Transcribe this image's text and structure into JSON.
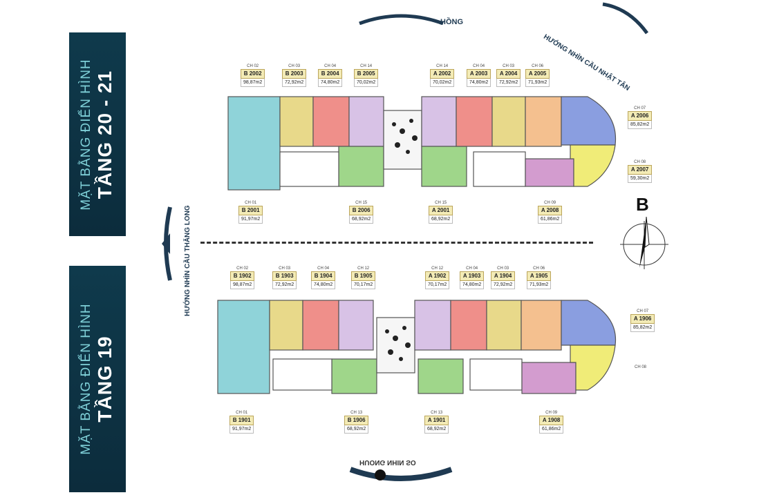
{
  "sidebars": [
    {
      "line1": "MẶT BẰNG ĐIỂN HÌNH",
      "line2": "TẦNG 20 - 21"
    },
    {
      "line1": "MẶT BẰNG ĐIỂN HÌNH",
      "line2": "TẦNG 19"
    }
  ],
  "directions": {
    "top": "HỒNG",
    "top_right": "HƯỚNG NHÌN CẦU NHẬT TÂN",
    "left": "HƯỚNG NHÌN CẦU THĂNG LONG",
    "bottom": "HUONG NHIN SO"
  },
  "compass": {
    "label": "B"
  },
  "plans": [
    {
      "units": [
        {
          "ch": "CH 02",
          "code": "B 2002",
          "area": "98,87m2"
        },
        {
          "ch": "CH 03",
          "code": "B 2003",
          "area": "72,92m2"
        },
        {
          "ch": "CH 04",
          "code": "B 2004",
          "area": "74,80m2"
        },
        {
          "ch": "CH 14",
          "code": "B 2005",
          "area": "70,02m2"
        },
        {
          "ch": "CH 14",
          "code": "A 2002",
          "area": "70,02m2"
        },
        {
          "ch": "CH 04",
          "code": "A 2003",
          "area": "74,80m2"
        },
        {
          "ch": "CH 03",
          "code": "A 2004",
          "area": "72,92m2"
        },
        {
          "ch": "CH 06",
          "code": "A 2005",
          "area": "71,93m2"
        },
        {
          "ch": "CH 07",
          "code": "A 2006",
          "area": "85,82m2"
        },
        {
          "ch": "CH 08",
          "code": "A 2007",
          "area": "59,30m2"
        },
        {
          "ch": "CH 01",
          "code": "B 2001",
          "area": "91,97m2"
        },
        {
          "ch": "CH 15",
          "code": "B 2006",
          "area": "68,92m2"
        },
        {
          "ch": "CH 15",
          "code": "A 2001",
          "area": "68,92m2"
        },
        {
          "ch": "CH 09",
          "code": "A 2008",
          "area": "61,86m2"
        }
      ]
    },
    {
      "units": [
        {
          "ch": "CH 02",
          "code": "B 1902",
          "area": "98,87m2"
        },
        {
          "ch": "CH 03",
          "code": "B 1903",
          "area": "72,92m2"
        },
        {
          "ch": "CH 04",
          "code": "B 1904",
          "area": "74,80m2"
        },
        {
          "ch": "CH 12",
          "code": "B 1905",
          "area": "70,17m2"
        },
        {
          "ch": "CH 12",
          "code": "A 1902",
          "area": "70,17m2"
        },
        {
          "ch": "CH 04",
          "code": "A 1903",
          "area": "74,80m2"
        },
        {
          "ch": "CH 03",
          "code": "A 1904",
          "area": "72,92m2"
        },
        {
          "ch": "CH 06",
          "code": "A 1905",
          "area": "71,93m2"
        },
        {
          "ch": "CH 07",
          "code": "A 1906",
          "area": "85,82m2"
        },
        {
          "ch": "CH 08",
          "code": "",
          "area": ""
        },
        {
          "ch": "CH 01",
          "code": "B 1901",
          "area": "91,97m2"
        },
        {
          "ch": "CH 13",
          "code": "B 1906",
          "area": "68,92m2"
        },
        {
          "ch": "CH 13",
          "code": "A 1901",
          "area": "68,92m2"
        },
        {
          "ch": "CH 09",
          "code": "A 1908",
          "area": "61,86m2"
        }
      ]
    }
  ],
  "colors": {
    "sidebar_bg": "#0e3445",
    "sidebar_text_light": "#7fd0d8",
    "unit_teal": "#8fd3d9",
    "unit_yellow": "#e8d98a",
    "unit_red": "#ef8f8a",
    "unit_lilac": "#d8c2e6",
    "unit_orange": "#f4c08f",
    "unit_blue": "#8a9ee0",
    "unit_green": "#9fd68a",
    "unit_pink": "#d39ccf",
    "unit_lemon": "#f0ec78",
    "label_gold": "#f3ebb6"
  }
}
